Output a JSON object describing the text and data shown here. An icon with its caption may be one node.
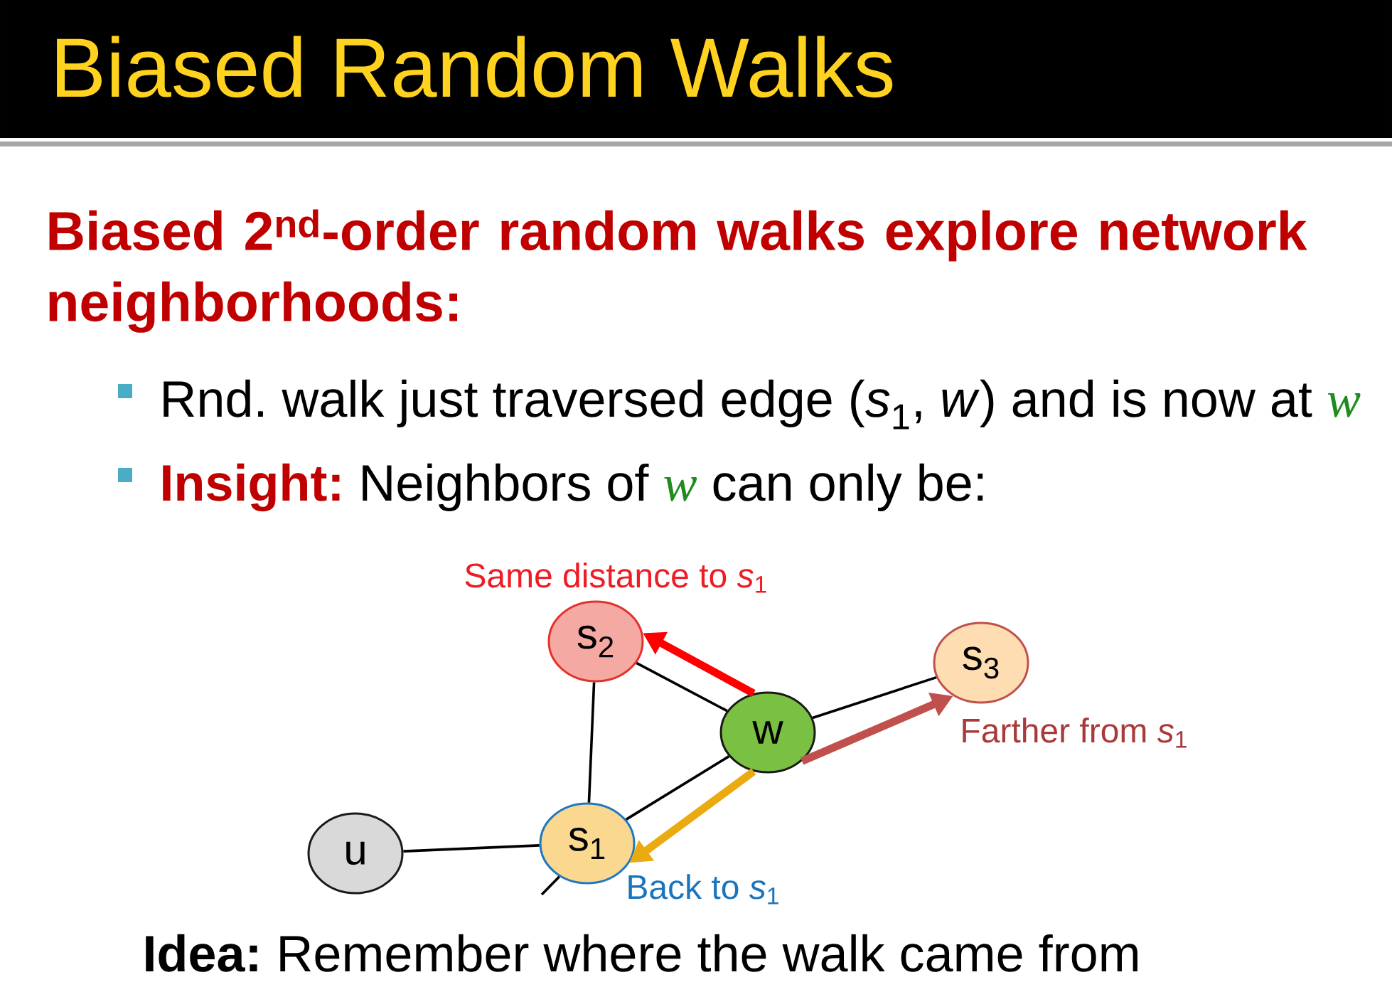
{
  "diagram": {
    "title": "Biased Random Walks",
    "nodes": [
      {
        "text": [
          "s$_{2}$"
        ],
        "beside": [
          "Same distance to *s*$_{1}$"
        ]
      },
      {
        "text": [
          "s$_{3}$"
        ],
        "beside": [
          "Farther from *s*$_{1}$"
        ]
      },
      {
        "text": [
          "w"
        ]
      },
      {
        "text": [
          "u"
        ]
      },
      {
        "text": [
          "s$_{1}$"
        ],
        "beside": [
          "Back to *s*$_{1}$"
        ]
      }
    ],
    "edges": [
      {
        "from": 3,
        "to": 4,
        "arrow": "none"
      },
      {
        "from": 4,
        "to": 0,
        "arrow": "none"
      },
      {
        "from": 0,
        "to": 2,
        "arrow": "none"
      },
      {
        "from": 4,
        "to": 2,
        "arrow": "none"
      },
      {
        "from": 2,
        "to": 1,
        "arrow": "none"
      },
      {
        "from": 4,
        "to": null,
        "arrow": "none"
      },
      {
        "from": 2,
        "to": 0,
        "arrow": "to",
        "style": "thick",
        "color": "#ff0000"
      },
      {
        "from": 2,
        "to": 4,
        "arrow": "to",
        "style": "thick",
        "color": "#ebaa0f"
      },
      {
        "from": 2,
        "to": 1,
        "arrow": "to",
        "style": "thick",
        "color": "#c0504d"
      }
    ],
    "labels": [
      "Biased 2$^{nd}$-order random walks explore network neighborhoods:",
      "Rnd. walk just traversed edge (*s*$_{1}$, *w*) and is now at",
      "w",
      "Insight:",
      "Neighbors of",
      "w",
      "can only be:",
      "**Idea:** Remember where the walk came from"
    ]
  }
}
